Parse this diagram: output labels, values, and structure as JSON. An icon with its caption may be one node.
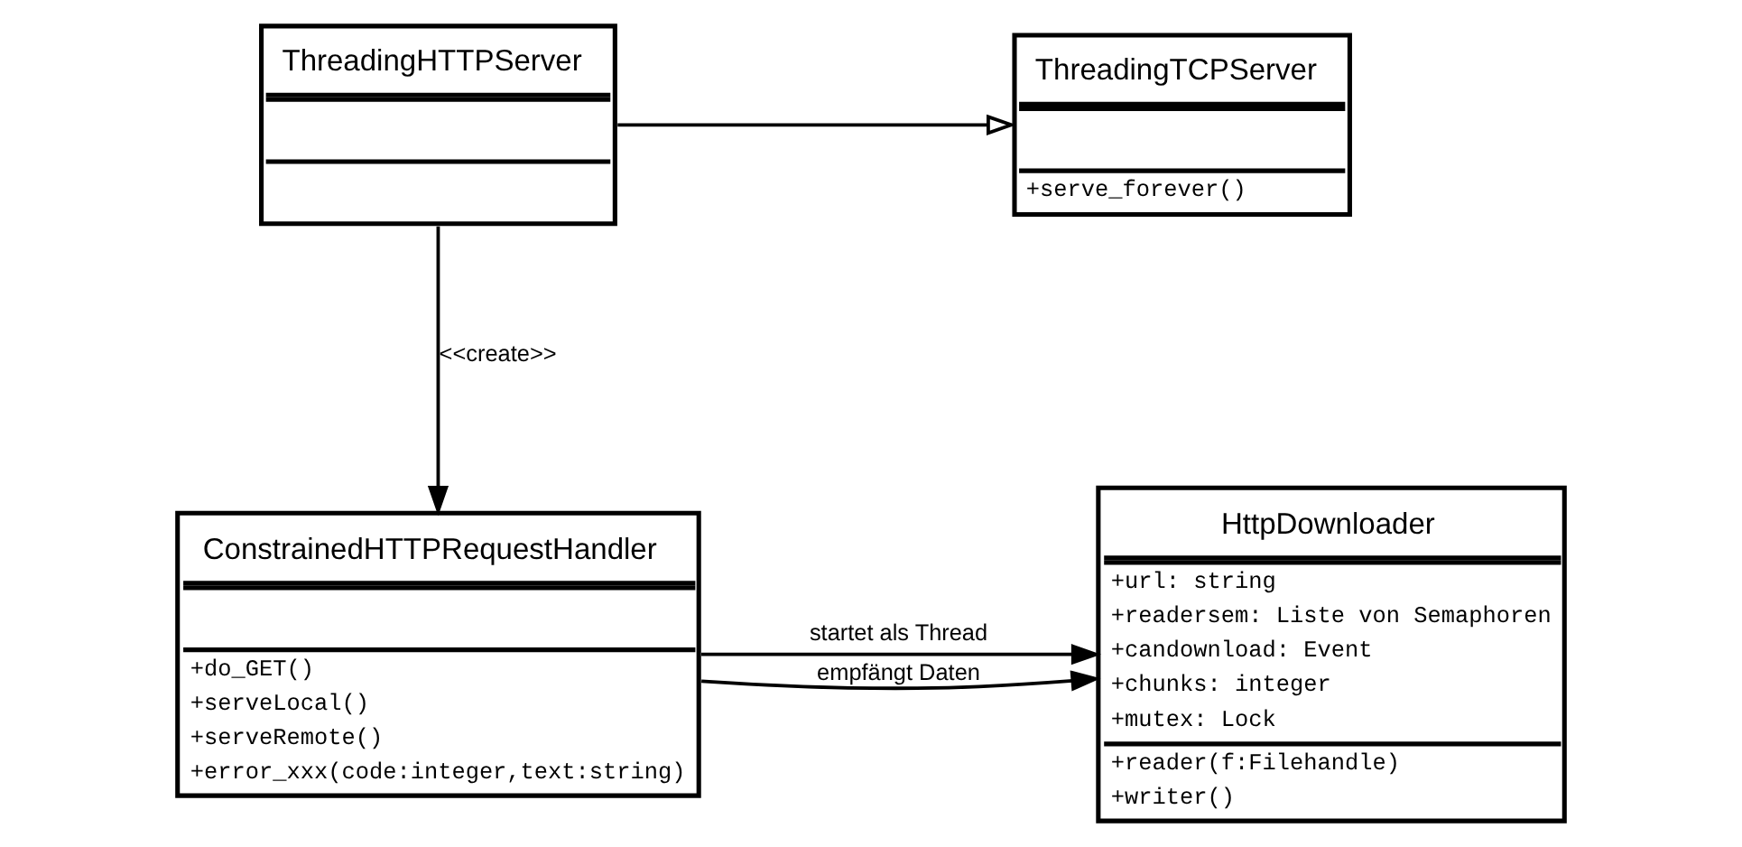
{
  "diagram": {
    "nodes": [
      {
        "text": [
          "ThreadingTCPServer",
          "+serve_forever()"
        ]
      },
      {
        "text": [
          "ThreadingHTTPServer"
        ]
      },
      {
        "text": [
          "HttpDownloader",
          "+url: string",
          "+readersem: Liste von Semaphoren",
          "+candownload: Event",
          "+chunks: integer",
          "+mutex: Lock",
          "+reader(f:Filehandle)",
          "+writer()"
        ]
      },
      {
        "text": [
          "ConstrainedHTTPRequestHandler",
          "+do_GET()",
          "+serveLocal()",
          "+serveRemote()",
          "+error_xxx(code:integer,text:string)"
        ]
      }
    ],
    "edges": [
      {
        "from": 1,
        "to": 0,
        "arrow": "to"
      },
      {
        "from": 1,
        "to": 3,
        "arrow": "to",
        "label": "<<create>>"
      },
      {
        "from": 3,
        "to": 2,
        "arrow": "to",
        "label": "empfängt Daten"
      },
      {
        "from": 3,
        "to": 2,
        "arrow": "to",
        "label": "startet als Thread"
      }
    ]
  }
}
